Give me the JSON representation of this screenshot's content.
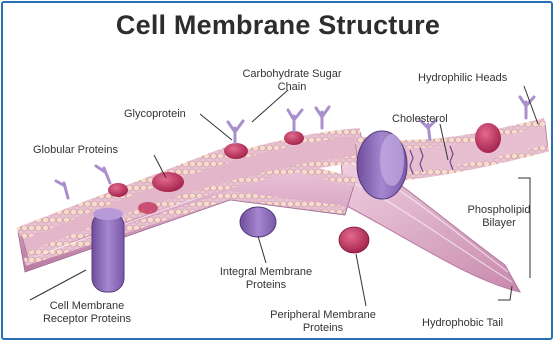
{
  "title": "Cell Membrane Structure",
  "labels": {
    "carbohydrate_line1": "Carbohydrate Sugar",
    "carbohydrate_line2": "Chain",
    "hydrophilic_heads": "Hydrophilic Heads",
    "glycoprotein": "Glycoprotein",
    "cholesterol": "Cholesterol",
    "globular_proteins": "Globular Proteins",
    "phospholipid_line1": "Phospholipid",
    "phospholipid_line2": "Bilayer",
    "integral_line1": "Integral Membrane",
    "integral_line2": "Proteins",
    "receptor_line1": "Cell Membrane",
    "receptor_line2": "Receptor Proteins",
    "peripheral_line1": "Peripheral Membrane",
    "peripheral_line2": "Proteins",
    "hydrophobic_tail": "Hydrophobic Tail"
  },
  "colors": {
    "frame": "#2a6fb3",
    "head": "#f7dcc8",
    "tail": "#ffffff",
    "band": "#e3b7c9",
    "protein_purple": "#8e6bb8",
    "protein_red": "#c2345e",
    "sugar": "#a98fcc"
  }
}
